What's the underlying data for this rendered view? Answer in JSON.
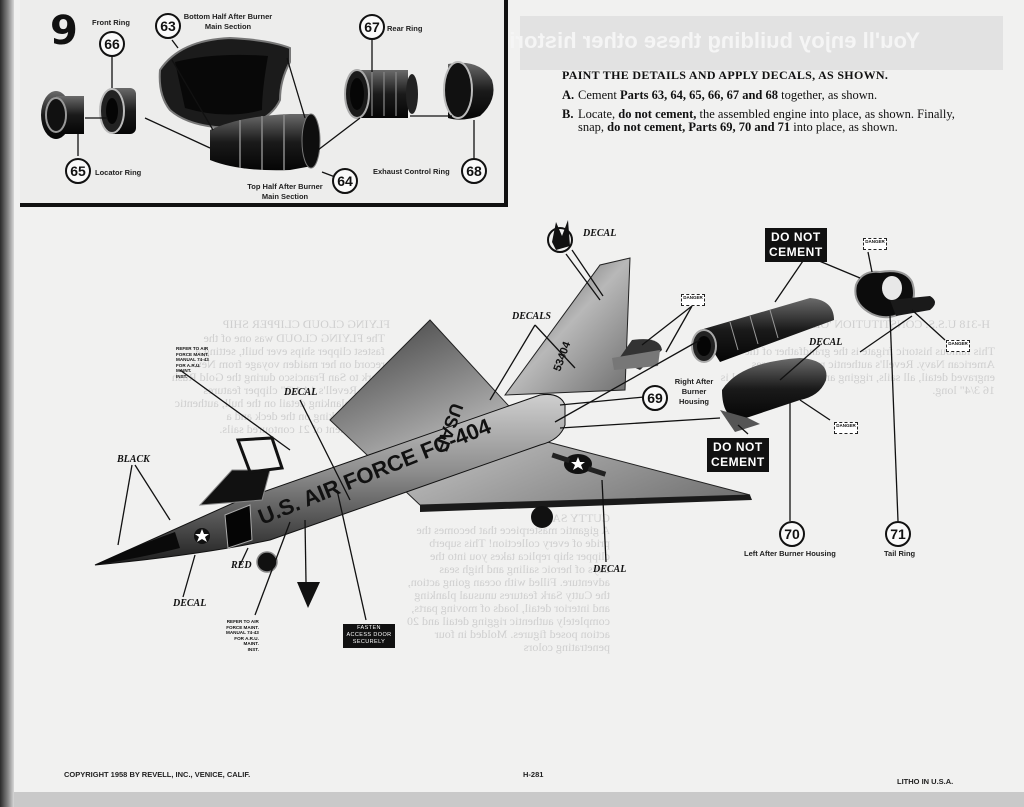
{
  "ghost_banner": "You'll enjoy building these other historic Revell",
  "ghost_paragraphs": [
    "FLYING CLOUD CLIPPER SHIP",
    "The FLYING CLOUD was one of the fastest clipper ships ever built, setting a record on her maiden voyage from New York to San Francisco during the Gold Rush days. Revell's 14 1/2\" clipper features proper planking detail on the hull, authentic wood planking on the deck and a complement of 21 contoured sails.",
    "CUTTY SARK",
    "A gigantic masterpiece that becomes the pride of every collection! This superb clipper ship replica takes you into the days of heroic sailing and high seas adventure. Filled with ocean going action, the Cutty Sark features unusual planking and interior detail, loads of moving parts, completely authentic rigging detail and 20 action posed figures. Molded in four penetrating colors",
    "H-318 U.S.S. CONSTITUTION 'OLD IRONSIDES'",
    "This famous historic frigate is the grandfather of the American Navy. Revell's authentic replica features engraved detail, all sails, rigging and mounting. Model is 16 3/4\" long."
  ],
  "step": {
    "number": "9",
    "parts": [
      {
        "num": "66",
        "label": "Front Ring"
      },
      {
        "num": "63",
        "label": "Bottom Half After Burner Main Section"
      },
      {
        "num": "67",
        "label": "Rear Ring"
      },
      {
        "num": "65",
        "label": "Locator Ring"
      },
      {
        "num": "64",
        "label": "Top Half After Burner Main Section"
      },
      {
        "num": "68",
        "label": "Exhaust Control Ring"
      }
    ]
  },
  "instructions": {
    "title": "PAINT THE DETAILS AND APPLY DECALS, AS SHOWN.",
    "items": [
      {
        "key": "A.",
        "text_pre": "Cement ",
        "bold": "Parts 63, 64, 65, 66, 67 and 68",
        "text_post": " together, as shown."
      },
      {
        "key": "B.",
        "text_pre": "Locate, ",
        "bold": "do not cement,",
        "text_post": " the assembled engine into place, as shown. Finally, snap, ",
        "bold2": "do not cement, Parts 69, 70 and 71",
        "text_post2": " into place, as shown."
      }
    ]
  },
  "diagram": {
    "labels": {
      "decal_tail": "DECAL",
      "decals_wing": "DECALS",
      "decal_fuselage": "DECAL",
      "decal_nose": "DECAL",
      "decal_wing_lower": "DECAL",
      "decal_housing": "DECAL",
      "black": "BLACK",
      "red": "RED",
      "do_not_cement_top": [
        "DO NOT",
        "CEMENT"
      ],
      "do_not_cement_bottom": [
        "DO NOT",
        "CEMENT"
      ],
      "danger": "DANGER",
      "refer_top": [
        "REFER TO AIR",
        "FORCE MAINT.",
        "MANUAL 74-43",
        "FOR A.R.U.",
        "MAINT.",
        "INST."
      ],
      "refer_bottom": [
        "REFER TO AIR",
        "FORCE MAINT.",
        "MANUAL 74-43",
        "FOR A.R.U.",
        "MAINT.",
        "INST."
      ],
      "fasten": [
        "FASTEN",
        "ACCESS DOOR",
        "SECURELY"
      ],
      "fuselage_text": "U.S. AIR FORCE FC-404",
      "wing_text": "USAF",
      "tail_number": "53404"
    },
    "parts": [
      {
        "num": "69",
        "label": "Right After Burner Housing"
      },
      {
        "num": "70",
        "label": "Left After Burner Housing"
      },
      {
        "num": "71",
        "label": "Tail Ring"
      }
    ]
  },
  "footer": {
    "copyright": "COPYRIGHT 1958 BY REVELL, INC., VENICE, CALIF.",
    "code": "H-281",
    "litho": "LITHO IN U.S.A."
  }
}
